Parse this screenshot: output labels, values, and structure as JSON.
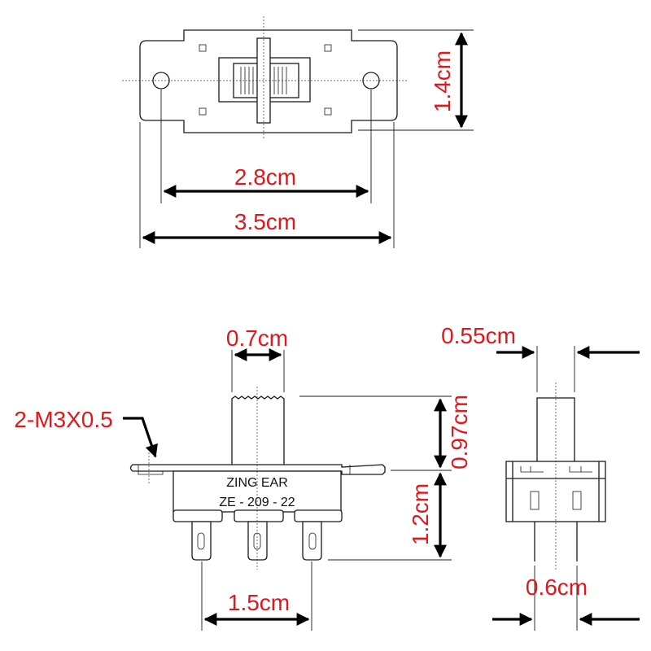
{
  "colors": {
    "dimension_text": "#e3161b",
    "lines": "#1a1a1a",
    "background": "#ffffff"
  },
  "top_view": {
    "width_hole_spacing": "2.8cm",
    "width_overall": "3.5cm",
    "height": "1.4cm"
  },
  "side_view": {
    "mount_thread": "2-M3X0.5",
    "knob_width": "0.7cm",
    "knob_height": "0.97cm",
    "body_height": "1.2cm",
    "pin_spacing": "1.5cm",
    "brand_line1": "ZING EAR",
    "brand_line2": "ZE - 209 - 22"
  },
  "end_view": {
    "knob_thickness": "0.55cm",
    "pin_spacing": "0.6cm"
  }
}
